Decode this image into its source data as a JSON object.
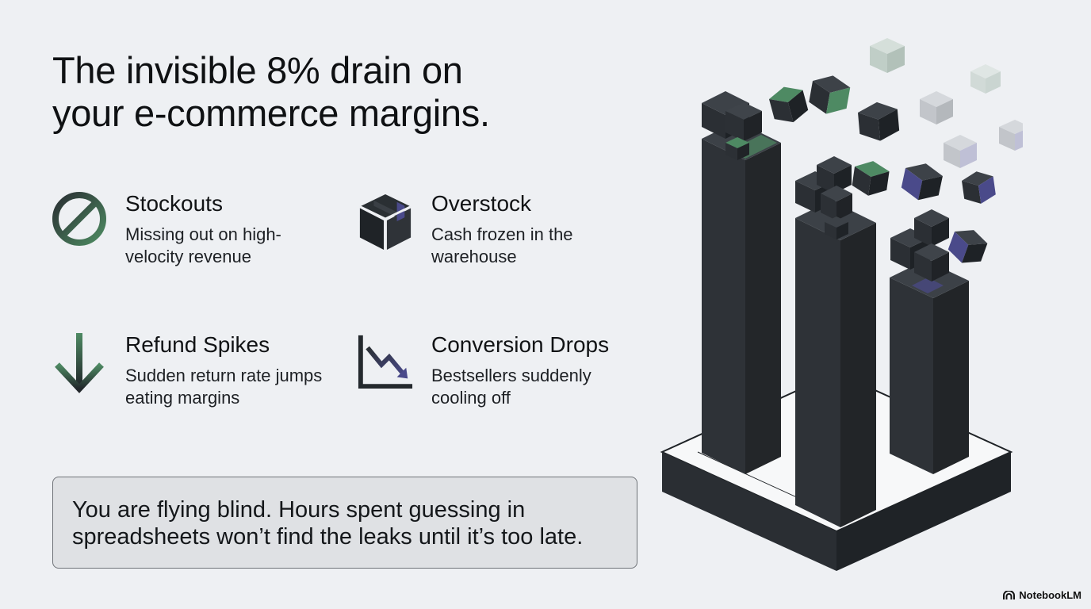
{
  "headline": {
    "line1": "The invisible 8% drain on",
    "line2": "your e-commerce margins."
  },
  "features": [
    {
      "title": "Stockouts",
      "description": "Missing out on high-velocity revenue",
      "icon": "prohibited-icon"
    },
    {
      "title": "Overstock",
      "description": "Cash frozen in the warehouse",
      "icon": "box-icon"
    },
    {
      "title": "Refund Spikes",
      "description": "Sudden return rate jumps eating margins",
      "icon": "arrow-down-icon"
    },
    {
      "title": "Conversion Drops",
      "description": "Bestsellers suddenly cooling off",
      "icon": "trend-down-chart-icon"
    }
  ],
  "callout": {
    "text": "You are flying blind. Hours spent guessing in spreadsheets won’t find the leaks until it’s too late."
  },
  "brand": {
    "name": "NotebookLM",
    "icon": "notebooklm-logo-icon"
  },
  "colors": {
    "background": "#eef0f3",
    "pillar": "#2b2f33",
    "accent_green": "#4e8a63",
    "accent_purple": "#4a4a8a",
    "text": "#111315"
  }
}
